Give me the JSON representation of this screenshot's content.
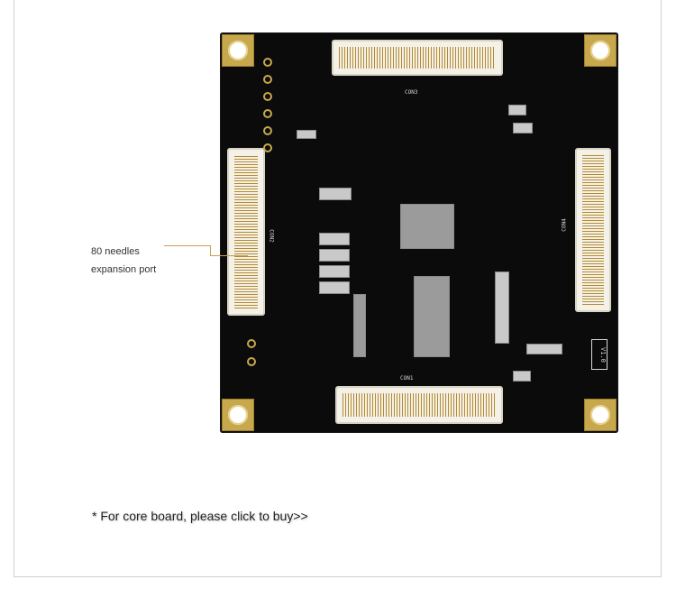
{
  "annotation": {
    "line1": "80 needles",
    "line2": "expansion port"
  },
  "board": {
    "version_label": "V1.0",
    "silk_labels": [
      "CON3",
      "CON1",
      "CON2",
      "CON4"
    ]
  },
  "cta": {
    "text": "* For core board, please click to buy>>"
  }
}
